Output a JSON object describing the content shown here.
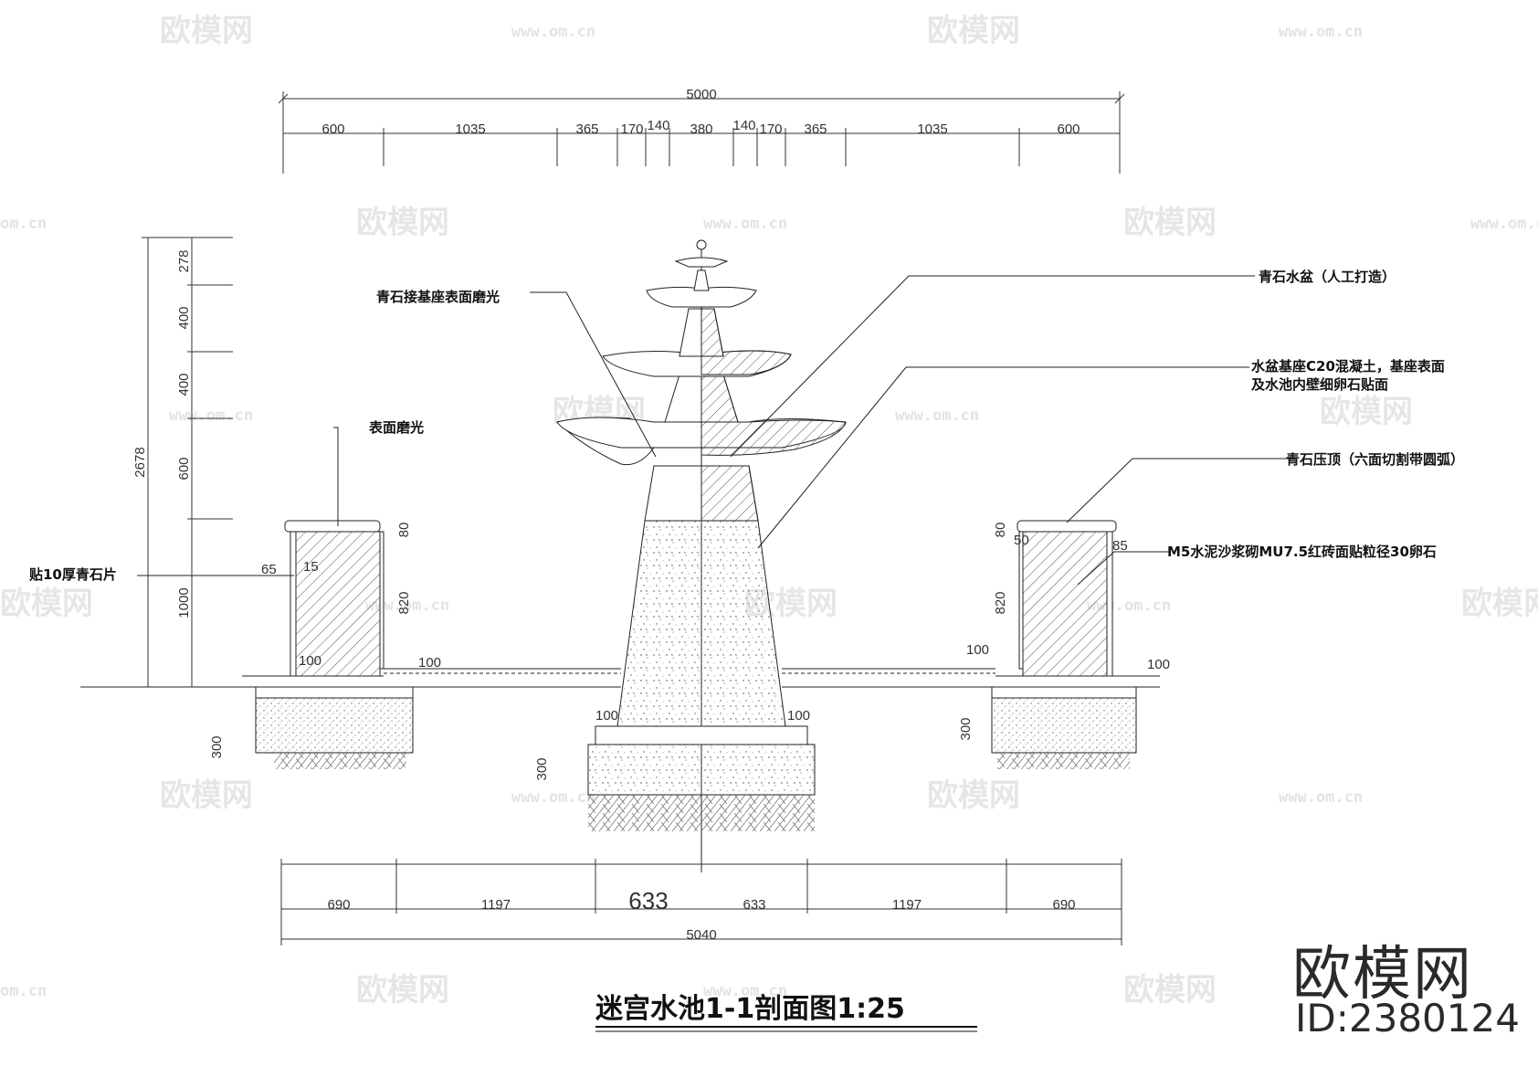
{
  "title": "迷宫水池1-1剖面图1:25",
  "brand": {
    "name": "欧模网",
    "id": "ID:2380124"
  },
  "watermark": {
    "text": "欧模网",
    "url": "www.om.cn",
    "url_short": "om.cn"
  },
  "labels": {
    "basin_stone": "青石水盆（人工打造）",
    "base_polished": "青石接基座表面磨光",
    "basin_base_1": "水盆基座C20混凝土，基座表面",
    "basin_base_2": "及水池内壁细卵石贴面",
    "surface_polished": "表面磨光",
    "coping": "青石压顶（六面切割带圆弧）",
    "stone_sheet": "贴10厚青石片",
    "brick_wall": "M5水泥沙浆砌MU7.5红砖面贴粒径30卵石"
  },
  "dims": {
    "top_total": "5000",
    "top_segments": [
      "600",
      "1035",
      "365",
      "170",
      "140",
      "380",
      "140",
      "170",
      "365",
      "1035",
      "600"
    ],
    "bottom_total": "5040",
    "bottom_segments": [
      "690",
      "1197",
      "633",
      "633",
      "1197",
      "690"
    ],
    "left_total": "2678",
    "left_segments": [
      "278",
      "400",
      "400",
      "600",
      "1000"
    ],
    "d65": "65",
    "d15": "15",
    "d80": "80",
    "d820": "820",
    "d100": "100",
    "d300": "300",
    "d50": "50",
    "d85": "85"
  }
}
